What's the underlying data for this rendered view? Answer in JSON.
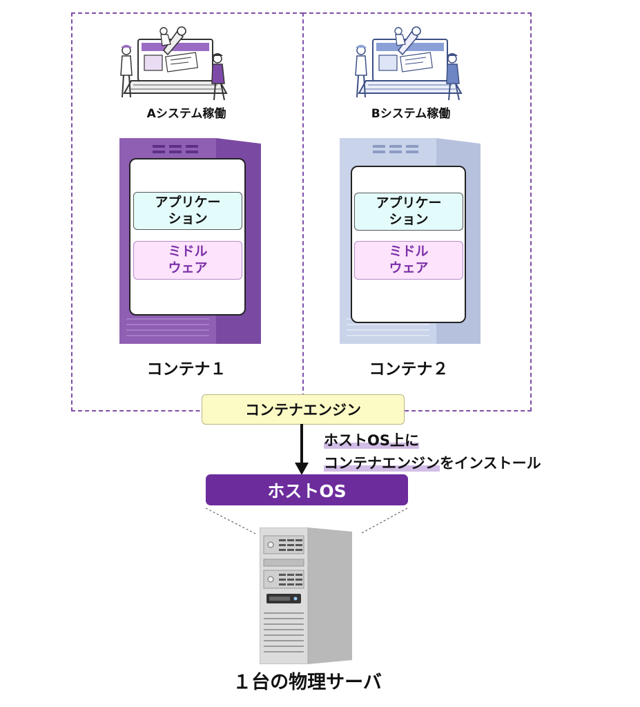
{
  "containers": [
    {
      "name": "コンテナ１",
      "system_label": "Aシステム稼働",
      "application": "アプリケー\nション",
      "middleware": "ミドル\nウェア",
      "theme": {
        "body": "#8e5fb3",
        "side": "#7a4aa3",
        "accent": "#a57cc8"
      }
    },
    {
      "name": "コンテナ２",
      "system_label": "Bシステム稼働",
      "application": "アプリケー\nション",
      "middleware": "ミドル\nウェア",
      "theme": {
        "body": "#c9d3ea",
        "side": "#b6c1de",
        "accent": "#dfe5f3"
      }
    }
  ],
  "container_engine": "コンテナエンジン",
  "install_note": {
    "line1": "ホストOS上に",
    "line2_highlight": "コンテナエンジン",
    "line2_rest": "をインストール"
  },
  "host_os": "ホストOS",
  "physical_server": "１台の物理サーバ",
  "colors": {
    "dashed_border": "#7d4ea8",
    "host_os_fill": "#6c2c9c",
    "engine_fill": "#fcfac5",
    "application_fill": "#e4fbfb",
    "middleware_fill": "#fde3fb",
    "middleware_text": "#7a2fa8"
  }
}
